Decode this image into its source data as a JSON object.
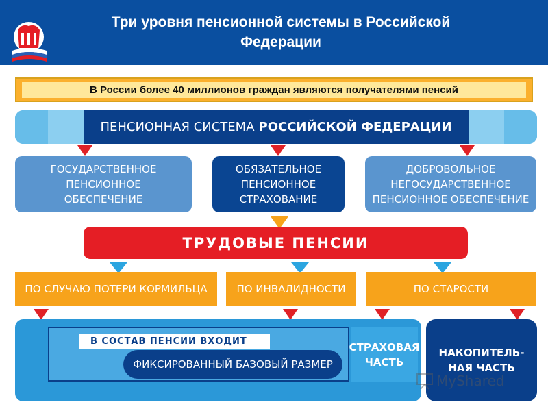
{
  "header": {
    "title_line1": "Три уровня пенсионной системы в Российской",
    "title_line2": "Федерации"
  },
  "info": "В России более 40 миллионов граждан являются получателями пенсий",
  "system": {
    "prefix": "ПЕНСИОННАЯ СИСТЕМА",
    "emphasis": "РОССИЙСКОЙ ФЕДЕРАЦИИ"
  },
  "levels": [
    {
      "line1": "ГОСУДАРСТВЕННОЕ",
      "line2": "ПЕНСИОННОЕ",
      "line3": "ОБЕСПЕЧЕНИЕ"
    },
    {
      "line1": "ОБЯЗАТЕЛЬНОЕ",
      "line2": "ПЕНСИОННОЕ",
      "line3": "СТРАХОВАНИЕ"
    },
    {
      "line1": "ДОБРОВОЛЬНОЕ",
      "line2": "НЕГОСУДАРСТВЕННОЕ",
      "line3": "ПЕНСИОННОЕ ОБЕСПЕЧЕНИЕ"
    }
  ],
  "labor_pensions": "ТРУДОВЫЕ ПЕНСИИ",
  "pension_types": [
    "ПО СЛУЧАЮ ПОТЕРИ КОРМИЛЬЦА",
    "ПО ИНВАЛИДНОСТИ",
    "ПО СТАРОСТИ"
  ],
  "composition": {
    "header": "В СОСТАВ ПЕНСИИ ВХОДИТ",
    "fixed": "ФИКСИРОВАННЫЙ БАЗОВЫЙ РАЗМЕР",
    "insurance_line1": "СТРАХОВАЯ",
    "insurance_line2": "ЧАСТЬ",
    "funded_line1": "НАКОПИТЕЛЬ-",
    "funded_line2": "НАЯ ЧАСТЬ"
  },
  "watermark": "MyShared",
  "colors": {
    "header_bg": "#0a4fa0",
    "info_bg": "#fbb02d",
    "dark_blue": "#0a3f8a",
    "light_blue": "#5a95cf",
    "red": "#e51e25",
    "orange": "#f7a31b",
    "sky": "#2b98d8"
  }
}
